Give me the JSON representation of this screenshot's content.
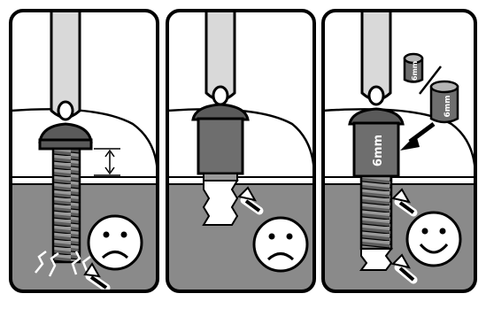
{
  "panels": [
    {
      "id": "panel-1",
      "face": "sad"
    },
    {
      "id": "panel-2",
      "face": "sad"
    },
    {
      "id": "panel-3",
      "face": "happy",
      "spacer_label": "6mm"
    }
  ],
  "callout": {
    "label_a": "6mm",
    "label_b": "6mm"
  },
  "colors": {
    "outline": "#000000",
    "ground": "#8a8a8a",
    "screw_light": "#b5b5b5",
    "screw_dark": "#5a5a5a",
    "spacer": "#6e6e6e",
    "background": "#ffffff"
  }
}
